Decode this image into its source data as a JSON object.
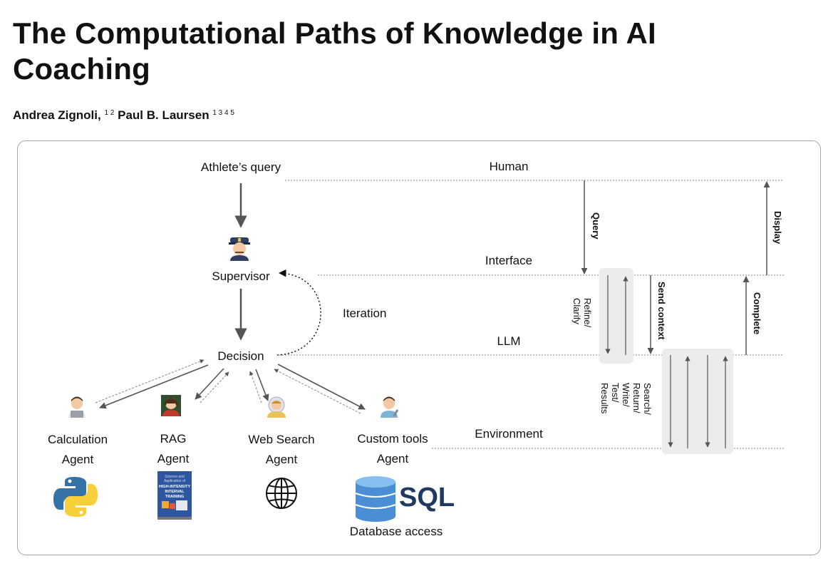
{
  "title": "The Computational Paths of Knowledge in AI Coaching",
  "authors": [
    {
      "name": "Andrea Zignoli,",
      "affil": "1 2"
    },
    {
      "name": "Paul B. Laursen",
      "affil": "1  3 4 5"
    }
  ],
  "diagram": {
    "nodes": {
      "query": "Athlete’s query",
      "supervisor": "Supervisor",
      "decision": "Decision",
      "iteration": "Iteration",
      "calc_1": "Calculation",
      "calc_2": "Agent",
      "rag_1": "RAG",
      "rag_2": "Agent",
      "web_1": "Web Search",
      "web_2": "Agent",
      "custom_1": "Custom tools",
      "custom_2": "Agent",
      "db_access": "Database access",
      "sql": "SQL"
    },
    "layers": {
      "human": "Human",
      "interface": "Interface",
      "llm": "LLM",
      "environment": "Environment"
    },
    "flows": {
      "query": "Query",
      "display": "Display",
      "refine_1": "Refine/",
      "refine_2": "Clarify",
      "send_context": "Send context",
      "complete": "Complete",
      "env_1": "Search/",
      "env_2": "Return/",
      "env_3": "Write/",
      "env_4": "Test/",
      "env_5": "Results"
    },
    "book_cover": {
      "line1": "Science and",
      "line2": "Application of",
      "line3": "HIGH-INTENSITY",
      "line4": "INTERVAL",
      "line5": "TRAINING"
    },
    "icons": [
      "police-officer-icon",
      "technologist-icon",
      "teacher-icon",
      "astronaut-icon",
      "mechanic-icon",
      "python-logo-icon",
      "book-cover-icon",
      "globe-icon",
      "database-icon"
    ]
  }
}
